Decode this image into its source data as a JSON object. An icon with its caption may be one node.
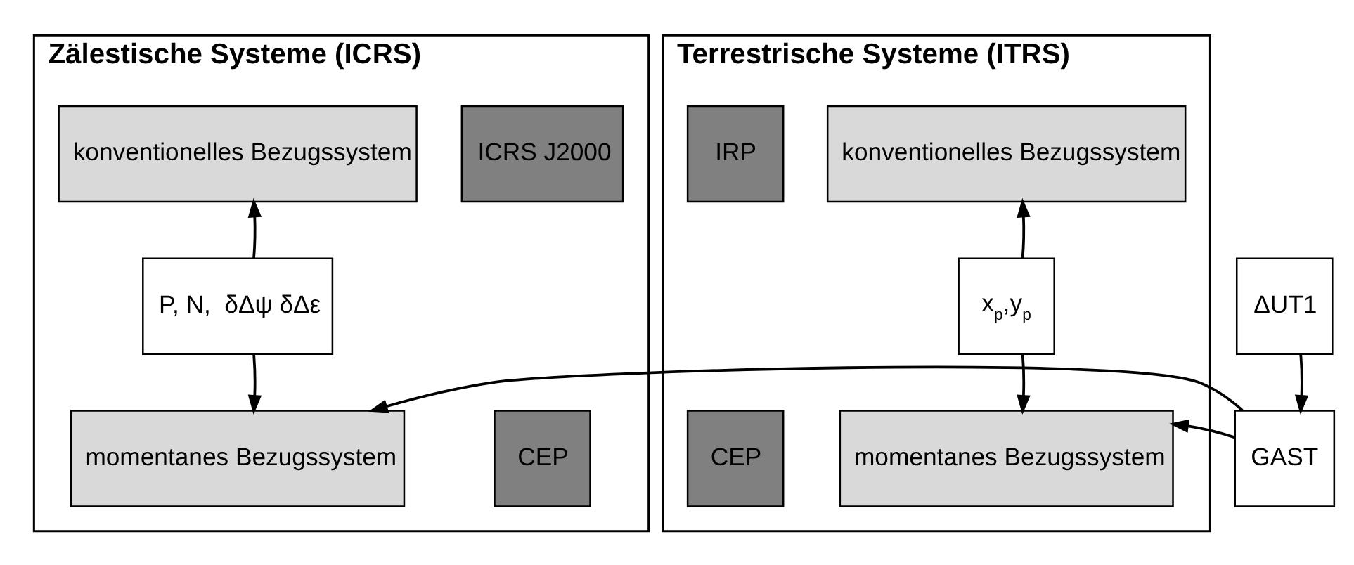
{
  "diagram": {
    "nodes": [
      {
        "text": [
          "Zälestische Systeme (ICRS)"
        ]
      },
      {
        "text": [
          "ICRS J2000"
        ],
        "in": 0
      },
      {
        "text": [
          "konventionelles Bezugssystem"
        ],
        "in": 0
      },
      {
        "text": [
          "P, N,  δΔψ δΔε"
        ],
        "in": 0
      },
      {
        "text": [
          "CEP"
        ],
        "in": 0
      },
      {
        "text": [
          "momentanes Bezugssystem"
        ],
        "in": 0
      },
      {
        "text": [
          "Terrestrische Systeme (ITRS)"
        ]
      },
      {
        "text": [
          "konventionelles Bezugssystem"
        ],
        "in": 6
      },
      {
        "text": [
          "IRP"
        ],
        "in": 6
      },
      {
        "text": [
          "x$_{p}$,y$_{p}$"
        ],
        "in": 6
      },
      {
        "text": [
          "momentanes Bezugssystem"
        ],
        "in": 6
      },
      {
        "text": [
          "CEP"
        ],
        "in": 6
      },
      {
        "text": [
          "ΔUT1"
        ]
      },
      {
        "text": [
          "GAST"
        ]
      }
    ],
    "edges": [
      {
        "from": 3,
        "to": 2,
        "arrow": "to"
      },
      {
        "from": 3,
        "to": 5,
        "arrow": "to"
      },
      {
        "from": 9,
        "to": 7,
        "arrow": "to"
      },
      {
        "from": 9,
        "to": 10,
        "arrow": "to"
      },
      {
        "from": 12,
        "to": 13,
        "arrow": "to"
      },
      {
        "from": 13,
        "to": 5,
        "arrow": "to"
      },
      {
        "from": 13,
        "to": 10,
        "arrow": "to"
      }
    ]
  }
}
